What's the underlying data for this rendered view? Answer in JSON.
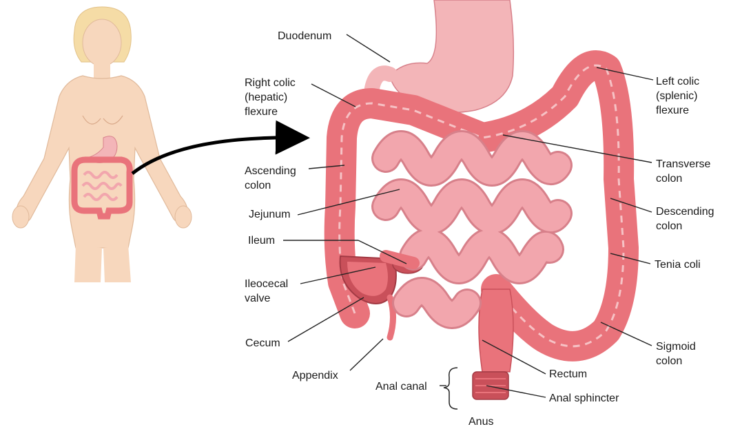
{
  "labels": {
    "duodenum": "Duodenum",
    "right_colic": [
      "Right colic",
      "(hepatic)",
      "flexure"
    ],
    "ascending": [
      "Ascending",
      "colon"
    ],
    "jejunum": "Jejunum",
    "ileum": "Ileum",
    "ileocecal": [
      "Ileocecal",
      "valve"
    ],
    "cecum": "Cecum",
    "appendix": "Appendix",
    "anal_canal": "Anal canal",
    "anus": "Anus",
    "left_colic": [
      "Left colic",
      "(splenic)",
      "flexure"
    ],
    "transverse": [
      "Transverse",
      "colon"
    ],
    "descending": [
      "Descending",
      "colon"
    ],
    "tenia": "Tenia coli",
    "sigmoid": [
      "Sigmoid",
      "colon"
    ],
    "rectum": "Rectum",
    "anal_sphincter": "Anal sphincter"
  },
  "colors": {
    "colon": "#e9737b",
    "colon_dark": "#c9505a",
    "small_intestine": "#f2a6ad",
    "small_intestine_edge": "#d7808a",
    "stomach": "#f3b5b8",
    "skin": "#f7d7bd",
    "hair": "#f5dca6",
    "leader": "#222222"
  }
}
